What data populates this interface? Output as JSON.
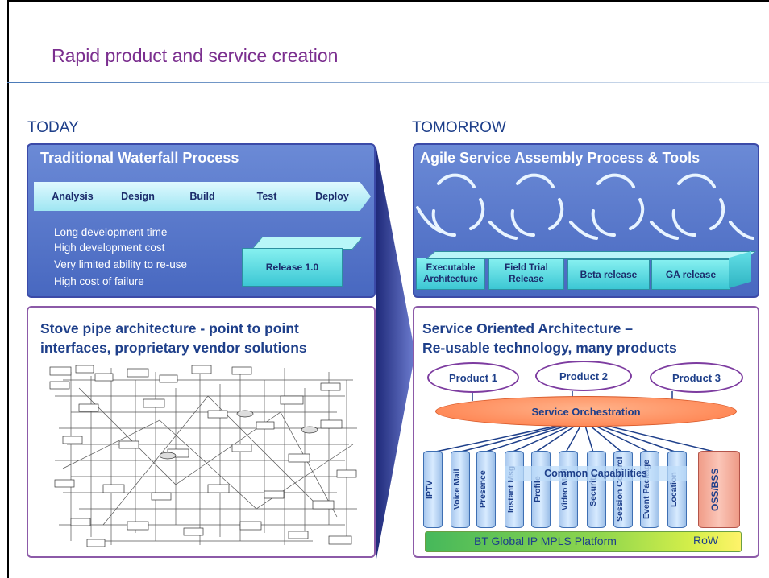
{
  "slide": {
    "title": "Rapid product and service creation"
  },
  "today": {
    "label": "TODAY",
    "waterfall": {
      "heading": "Traditional Waterfall Process",
      "steps": [
        "Analysis",
        "Design",
        "Build",
        "Test",
        "Deploy"
      ],
      "bullets": [
        "Long development time",
        "High development cost",
        "Very limited ability to re-use",
        "High cost of failure"
      ],
      "release": "Release 1.0"
    },
    "stovepipe": {
      "heading_line1": "Stove pipe architecture - point to point",
      "heading_line2": "interfaces, proprietary vendor solutions"
    }
  },
  "tomorrow": {
    "label": "TOMORROW",
    "agile": {
      "heading": "Agile Service Assembly Process & Tools",
      "releases": [
        "Executable Architecture",
        "Field Trial Release",
        "Beta release",
        "GA release"
      ]
    },
    "soa": {
      "heading_line1": "Service Oriented Architecture –",
      "heading_line2": "Re-usable technology, many products",
      "products": [
        "Product 1",
        "Product 2",
        "Product 3"
      ],
      "orchestration": "Service Orchestration",
      "common_capabilities": "Common Capabilities",
      "capabilities": [
        "IPTV",
        "Voice Mail",
        "Presence",
        "Instant Msg",
        "Profile",
        "Video Mail",
        "Security",
        "Session Control",
        "Event Package",
        "Location"
      ],
      "oss": "OSS/BSS",
      "platform": "BT Global IP MPLS Platform",
      "row": "RoW"
    }
  },
  "colors": {
    "title": "#7b2f8f",
    "panel_blue": "#4868c0",
    "heading_blue": "#1e3f8a",
    "release_cyan": "#3cc7d4",
    "orchestration": "#ff7a45",
    "oss_fill": "#f6b0a0"
  }
}
